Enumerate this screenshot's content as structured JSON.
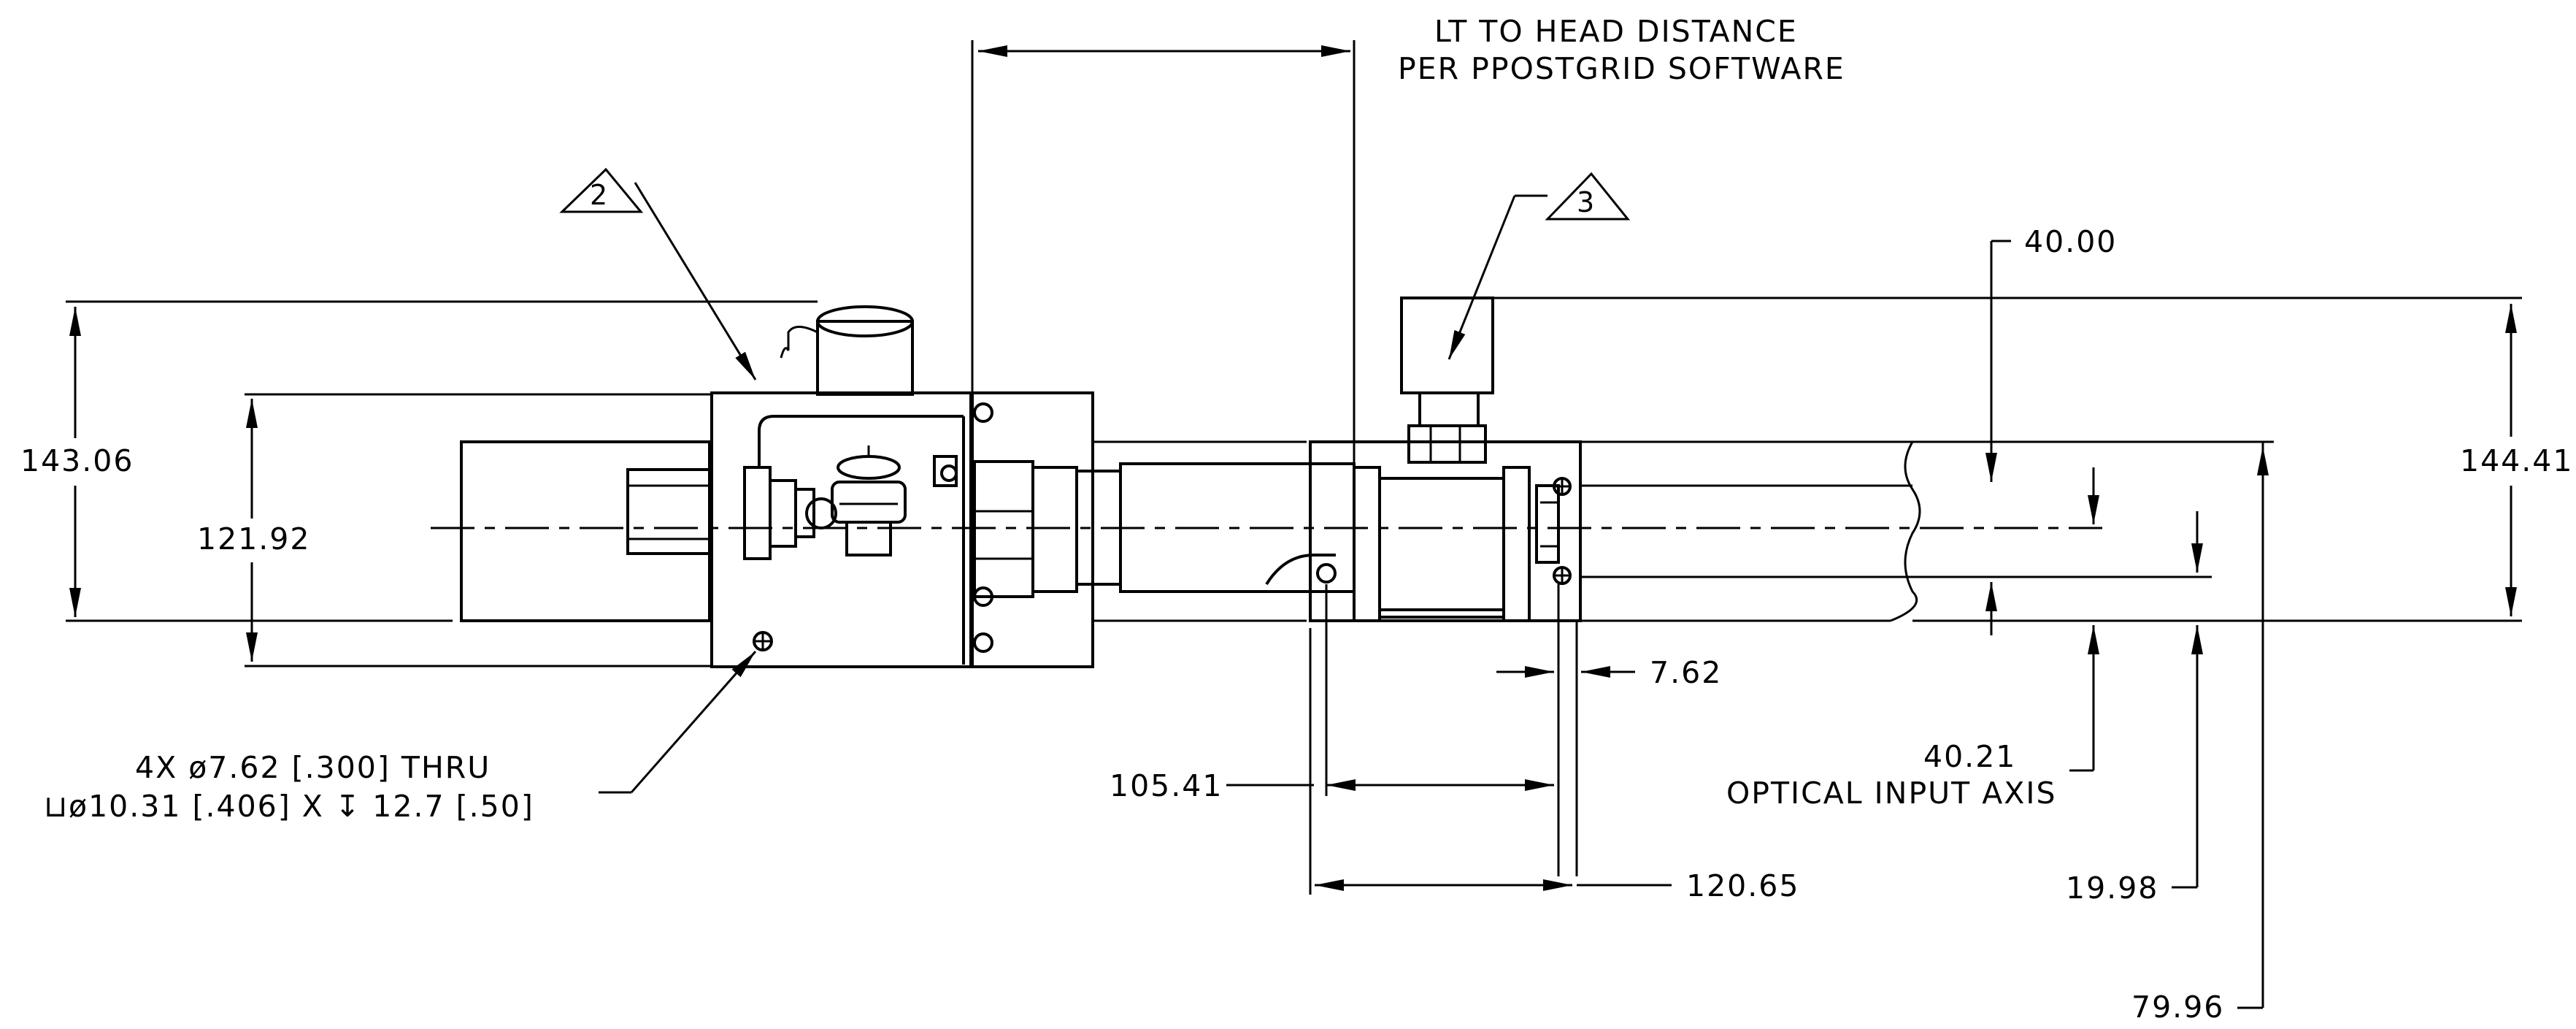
{
  "notes": {
    "lt_to_head_line1": "LT TO HEAD DISTANCE",
    "lt_to_head_line2": "PER PPOSTGRID SOFTWARE",
    "hole_callout_line1": "4X ø7.62 [.300] THRU",
    "hole_callout_line2": "⊔ø10.31 [.406] X ↧ 12.7 [.50]",
    "optical_axis_value": "40.21",
    "optical_axis_label": "OPTICAL INPUT AXIS"
  },
  "balloons": {
    "item_2": "2",
    "item_3": "3"
  },
  "dimensions": {
    "overall_height_left": "143.06",
    "inner_height_left": "121.92",
    "overall_height_right": "144.41",
    "top_offset": "40.00",
    "bolt_spacing": "7.62",
    "inner_width": "105.41",
    "outer_width": "120.65",
    "lower_axis": "19.98",
    "total_height": "79.96"
  },
  "colors": {
    "line": "#000000",
    "background": "#ffffff"
  }
}
